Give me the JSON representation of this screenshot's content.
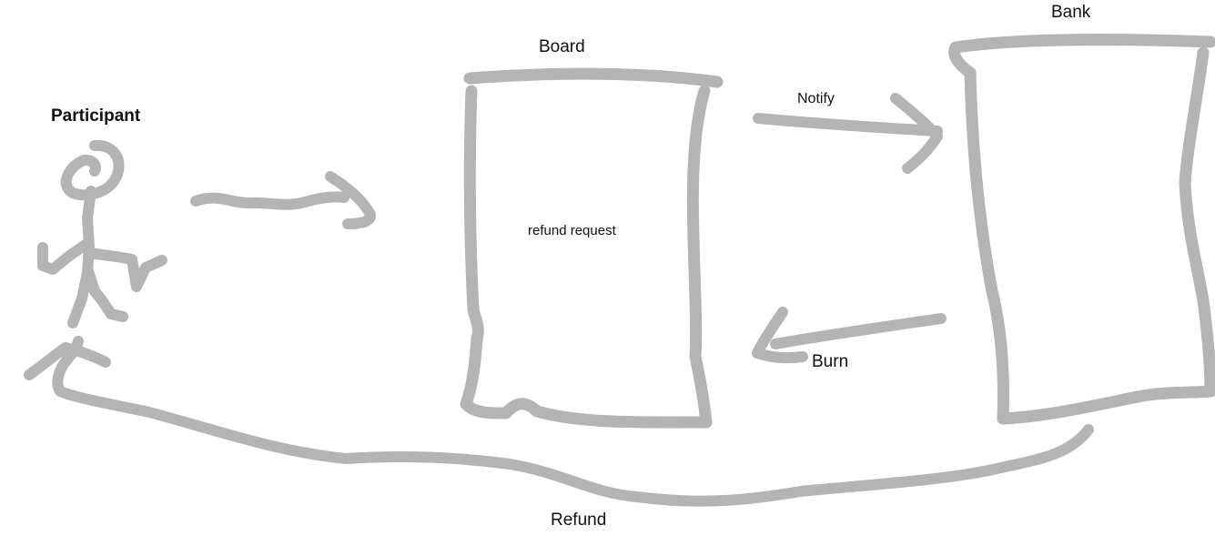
{
  "diagram": {
    "actor": {
      "label": "Participant"
    },
    "nodes": {
      "board": {
        "title": "Board",
        "content": "refund request"
      },
      "bank": {
        "title": "Bank"
      }
    },
    "edges": {
      "participant_to_board": {
        "label": ""
      },
      "notify": {
        "label": "Notify"
      },
      "burn": {
        "label": "Burn"
      },
      "refund": {
        "label": "Refund"
      }
    },
    "colors": {
      "stroke": "#b4b4b4",
      "text": "#111111",
      "background": "#ffffff"
    }
  }
}
